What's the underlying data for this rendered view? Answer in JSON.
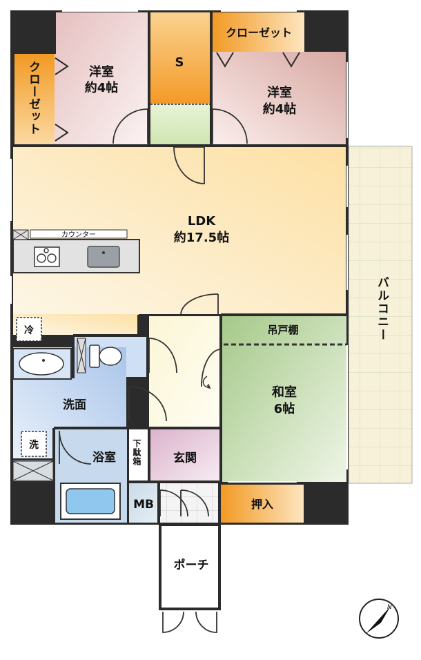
{
  "rooms": {
    "western_left": {
      "name": "洋室",
      "size": "約4帖"
    },
    "storage_s": {
      "name": "S"
    },
    "closet_top": {
      "name": "クローゼット"
    },
    "western_right": {
      "name": "洋室",
      "size": "約4帖"
    },
    "closet_left": {
      "name": "クローゼット"
    },
    "ldk": {
      "name": "LDK",
      "size": "約17.5帖"
    },
    "counter": {
      "name": "カウンター"
    },
    "fridge": {
      "name": "冷"
    },
    "washroom": {
      "name": "洗面"
    },
    "washer": {
      "name": "洗"
    },
    "bathroom": {
      "name": "浴室"
    },
    "shoe_box": {
      "name": "下駄箱"
    },
    "entrance": {
      "name": "玄関"
    },
    "mb": {
      "name": "MB"
    },
    "porch": {
      "name": "ポーチ"
    },
    "tatami": {
      "name": "和室",
      "size": "6帖"
    },
    "shelf": {
      "name": "吊戸棚"
    },
    "oshiire": {
      "name": "押入"
    },
    "balcony": {
      "name": "バルコニー"
    }
  },
  "compass": {
    "north_label": "N"
  },
  "colors": {
    "western_left": "#f3dede",
    "western_right": "#ecc9c4",
    "closet": "#f6a33a",
    "ldk": "#fde9b8",
    "wash": "#bcd3ee",
    "tatami": "#c4dcae",
    "genkan": "#e8cfe0",
    "balcony": "#f6f1d8",
    "wall": "#2b2b2b"
  }
}
